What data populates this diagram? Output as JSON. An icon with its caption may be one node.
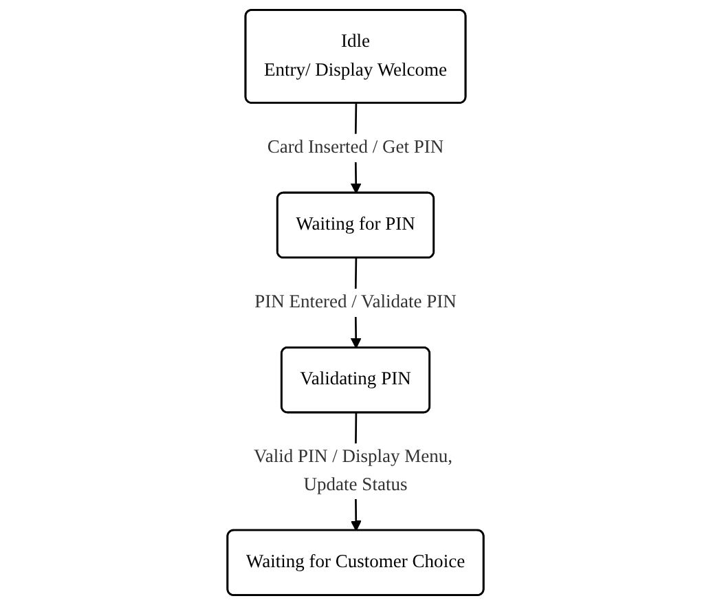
{
  "diagram": {
    "nodes": [
      {
        "text": [
          "Idle",
          "Entry/ Display Welcome"
        ]
      },
      {
        "text": [
          "Waiting for PIN"
        ]
      },
      {
        "text": [
          "Validating PIN"
        ]
      },
      {
        "text": [
          "Waiting for Customer Choice"
        ]
      }
    ],
    "edges": [
      {
        "from": 0,
        "to": 1,
        "arrow": "to",
        "label": "Card Inserted / Get PIN"
      },
      {
        "from": 1,
        "to": 2,
        "arrow": "to",
        "label": "PIN Entered / Validate PIN"
      },
      {
        "from": 2,
        "to": 3,
        "arrow": "to",
        "label": "Valid PIN / Display Menu, Update Status"
      }
    ]
  }
}
